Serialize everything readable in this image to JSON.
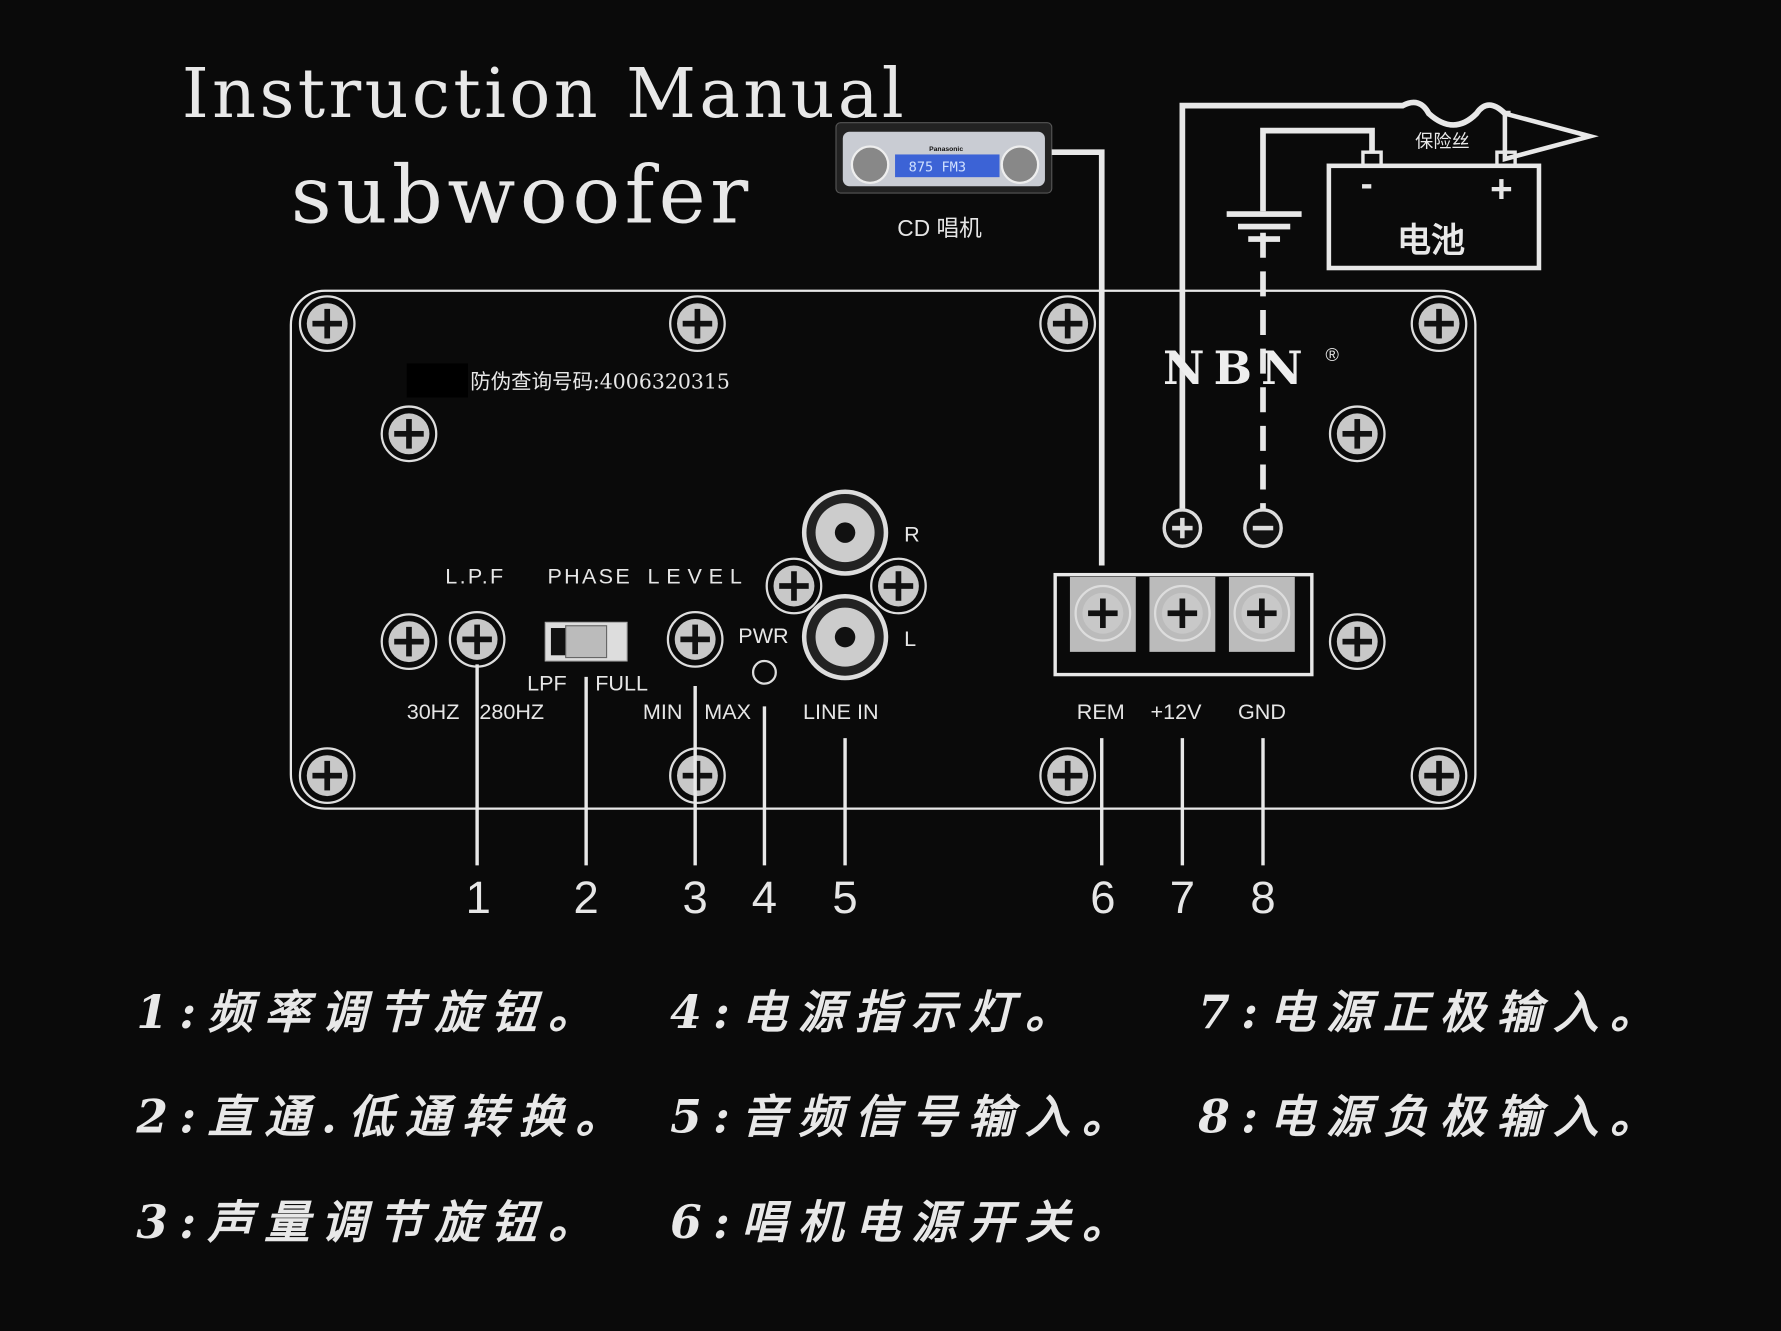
{
  "title": {
    "line1": "Instruction  Manual",
    "line2": "subwoofer"
  },
  "head_unit": {
    "brand": "Panasonic",
    "display": "875 FM3",
    "label": "CD 唱机"
  },
  "battery": {
    "label": "电池",
    "minus": "-",
    "plus": "+",
    "fuse_label": "保险丝"
  },
  "anti_fake": "防伪查询号码:4006320315",
  "logo": {
    "text": "NBN",
    "mark": "®"
  },
  "panel": {
    "lpf": "L.P.F",
    "phase": "PHASE",
    "level": "LEVEL",
    "hz_low": "30HZ",
    "hz_high": "280HZ",
    "switch_lpf": "LPF",
    "switch_full": "FULL",
    "min": "MIN",
    "max": "MAX",
    "pwr": "PWR",
    "r": "R",
    "l": "L",
    "line_in": "LINE IN",
    "rem": "REM",
    "v12": "+12V",
    "gnd": "GND"
  },
  "callouts": [
    "1",
    "2",
    "3",
    "4",
    "5",
    "6",
    "7",
    "8"
  ],
  "descriptions": [
    "1:频率调节旋钮。",
    "2:直通.低通转换。",
    "3:声量调节旋钮。",
    "4:电源指示灯。",
    "5:音频信号输入。",
    "6:唱机电源开关。",
    "7:电源正极输入。",
    "8:电源负极输入。"
  ]
}
